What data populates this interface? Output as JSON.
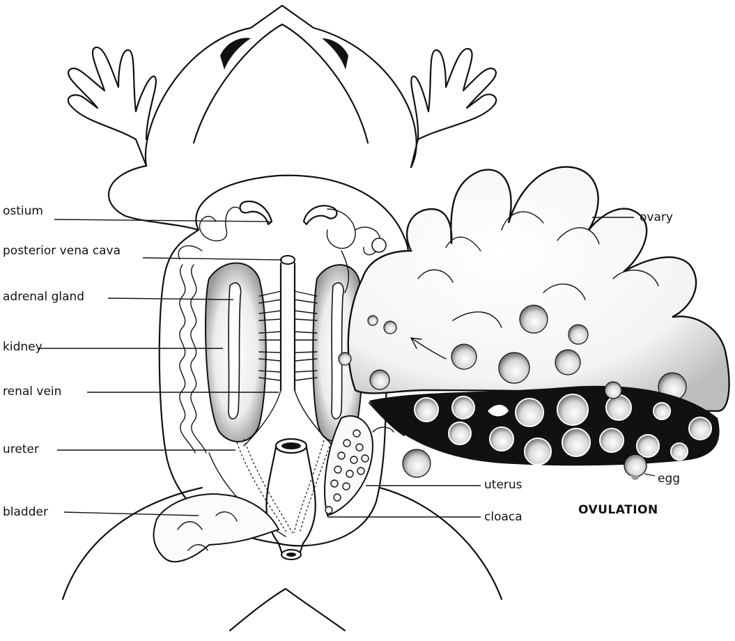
{
  "labels": {
    "ostium": "ostium",
    "posterior_vena_cava": "posterior vena cava",
    "adrenal_gland": "adrenal gland",
    "kidney": "kidney",
    "renal_vein": "renal vein",
    "ureter": "ureter",
    "bladder": "bladder",
    "ovary": "ovary",
    "uterus": "uterus",
    "cloaca": "cloaca",
    "egg": "egg"
  },
  "caption": "OVULATION",
  "colors": {
    "ink": "#111111",
    "stipple": "#8a8a8a",
    "paper": "#ffffff"
  }
}
